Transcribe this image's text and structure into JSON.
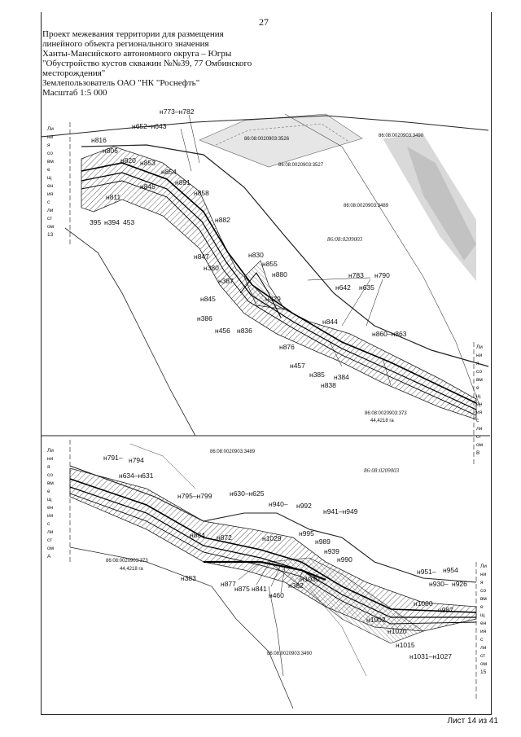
{
  "page_number": "27",
  "title_lines": [
    "Проект межевания территории для размещения",
    "линейного объекта регионального значения",
    "Ханты-Мансийского автономного округа – Югры",
    "\"Обустройство кустов скважин №№39, 77 Омбинского",
    "месторождения\"",
    "Землепользователь ОАО \"НК \"Роснефть\"",
    "Масштаб 1:5 000"
  ],
  "footer": "Лист 14 из 41",
  "cadastral": {
    "q3526": "86:08:0020903:3526",
    "q3527": "86:08:0020903:3527",
    "q3490_top": "86:08:0020903:3490",
    "q3489_top": "86:08:0020903:3489",
    "q3489_bottom": "86:08:0020903:3489",
    "q3490_bottom": "86:08:0020903:3490",
    "block_top": "86:08:0209003",
    "block_bottom": "86:08:0209003",
    "q373_a": "86:08:0020903:373",
    "area_a": "44,4218 га",
    "q373_b": "86:08:0020903:373",
    "area_b": "44,4218 га"
  },
  "match_lines": {
    "top_left": [
      "Ли",
      "ни",
      "я",
      "со",
      "вм",
      "е",
      "щ",
      "ен",
      "ия",
      "с",
      "ли",
      "ст",
      "ом",
      "13"
    ],
    "top_right": [
      "Ли",
      "ни",
      "я",
      "со",
      "вм",
      "е",
      "щ",
      "ен",
      "ия",
      "с",
      "ли",
      "ст",
      "ом",
      "В"
    ],
    "bottom_left": [
      "Ли",
      "ни",
      "я",
      "со",
      "вм",
      "е",
      "щ",
      "ен",
      "ия",
      "с",
      "ли",
      "ст",
      "ом",
      "А"
    ],
    "bottom_right": [
      "Ли",
      "ни",
      "я",
      "со",
      "вм",
      "е",
      "щ",
      "ен",
      "ия",
      "с",
      "ли",
      "ст",
      "ом",
      "15"
    ]
  },
  "points_top": {
    "p1": "н773–н782",
    "p2": "н652–н643",
    "p3": "н816",
    "p4": "н806",
    "p5": "н820",
    "p6": "н853",
    "p7": "н854",
    "p8": "н845",
    "p9": "н891",
    "p10": "н858",
    "p11": "н811",
    "p12": "395",
    "p13": "н394",
    "p14": "453",
    "p15": "н882",
    "p16": "н847",
    "p17": "н830",
    "p18": "н855",
    "p19": "н380",
    "p20": "н880",
    "p21": "н387",
    "p22": "н783",
    "p23": "н790",
    "p24": "н642",
    "p25": "н635",
    "p26": "н845",
    "p27": "н829",
    "p28": "н386",
    "p29": "н844",
    "p30": "н456",
    "p31": "н836",
    "p32": "н860–н863",
    "p33": "н876",
    "p34": "н457",
    "p35": "н385",
    "p36": "н384",
    "p37": "н838"
  },
  "points_bottom": {
    "b1": "н791–",
    "b2": "н794",
    "b3": "н634–н631",
    "b4": "н795–н799",
    "b5": "н630–н625",
    "b6": "н940–",
    "b7": "н992",
    "b8": "н941–н949",
    "b9": "н884",
    "b10": "н872",
    "b11": "н1029",
    "b12": "н995",
    "b13": "н989",
    "b14": "н939",
    "b15": "н990",
    "b16": "н383",
    "b17": "н877",
    "b18": "н875",
    "b19": "н841",
    "b20": "н460",
    "b21": "н382",
    "b22": "н1030",
    "b23": "н951–",
    "b24": "н954",
    "b25": "н930–",
    "b26": "н926",
    "b27": "н1000",
    "b28": "н987",
    "b29": "н1002",
    "b30": "н1020",
    "b31": "н1015",
    "b32": "н1031–н1027"
  }
}
